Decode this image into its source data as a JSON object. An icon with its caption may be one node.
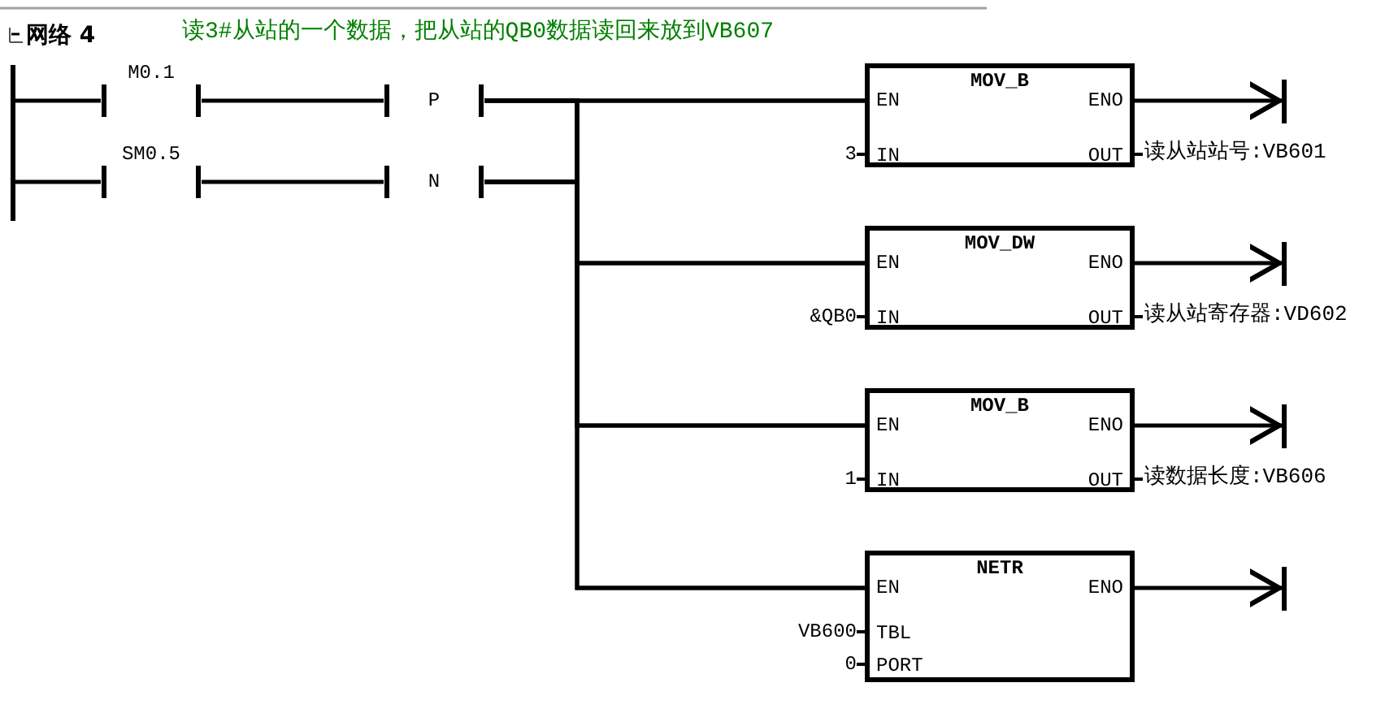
{
  "diagram": {
    "title": "网络 4",
    "caption": "读3#从站的一个数据，把从站的QB0数据读回来放到VB607",
    "nodes": [
      {
        "text": [
          "M0.1"
        ]
      },
      {
        "text": [
          "P"
        ]
      },
      {
        "text": [
          "SM0.5"
        ]
      },
      {
        "text": [
          "N"
        ]
      },
      {
        "text": [
          "MOV_B",
          "EN",
          "ENO",
          "IN",
          "OUT"
        ],
        "beside": [
          "3",
          "读从站站号:VB601"
        ]
      },
      {
        "text": [
          "MOV_DW",
          "EN",
          "ENO",
          "IN",
          "OUT"
        ],
        "beside": [
          "&QB0",
          "读从站寄存器:VD602"
        ]
      },
      {
        "text": [
          "MOV_B",
          "EN",
          "ENO",
          "IN",
          "OUT"
        ],
        "beside": [
          "1",
          "读数据长度:VB606"
        ]
      },
      {
        "text": [
          "NETR",
          "EN",
          "ENO",
          "TBL",
          "PORT"
        ],
        "beside": [
          "VB600",
          "0"
        ]
      }
    ],
    "edges": [
      {
        "from": null,
        "to": 0,
        "arrow": "none"
      },
      {
        "from": null,
        "to": 2,
        "arrow": "none"
      },
      {
        "from": 0,
        "to": 1,
        "arrow": "none"
      },
      {
        "from": 2,
        "to": 3,
        "arrow": "none"
      },
      {
        "from": 1,
        "to": 4,
        "arrow": "none"
      },
      {
        "from": 1,
        "to": 5,
        "arrow": "none"
      },
      {
        "from": 1,
        "to": 6,
        "arrow": "none"
      },
      {
        "from": 1,
        "to": 7,
        "arrow": "none"
      },
      {
        "from": 3,
        "to": 4,
        "arrow": "none"
      },
      {
        "from": 3,
        "to": 5,
        "arrow": "none"
      },
      {
        "from": 3,
        "to": 6,
        "arrow": "none"
      },
      {
        "from": 3,
        "to": 7,
        "arrow": "none"
      },
      {
        "from": 4,
        "to": null,
        "arrow": "to"
      },
      {
        "from": 5,
        "to": null,
        "arrow": "to"
      },
      {
        "from": 6,
        "to": null,
        "arrow": "to"
      },
      {
        "from": 7,
        "to": null,
        "arrow": "to"
      }
    ]
  }
}
